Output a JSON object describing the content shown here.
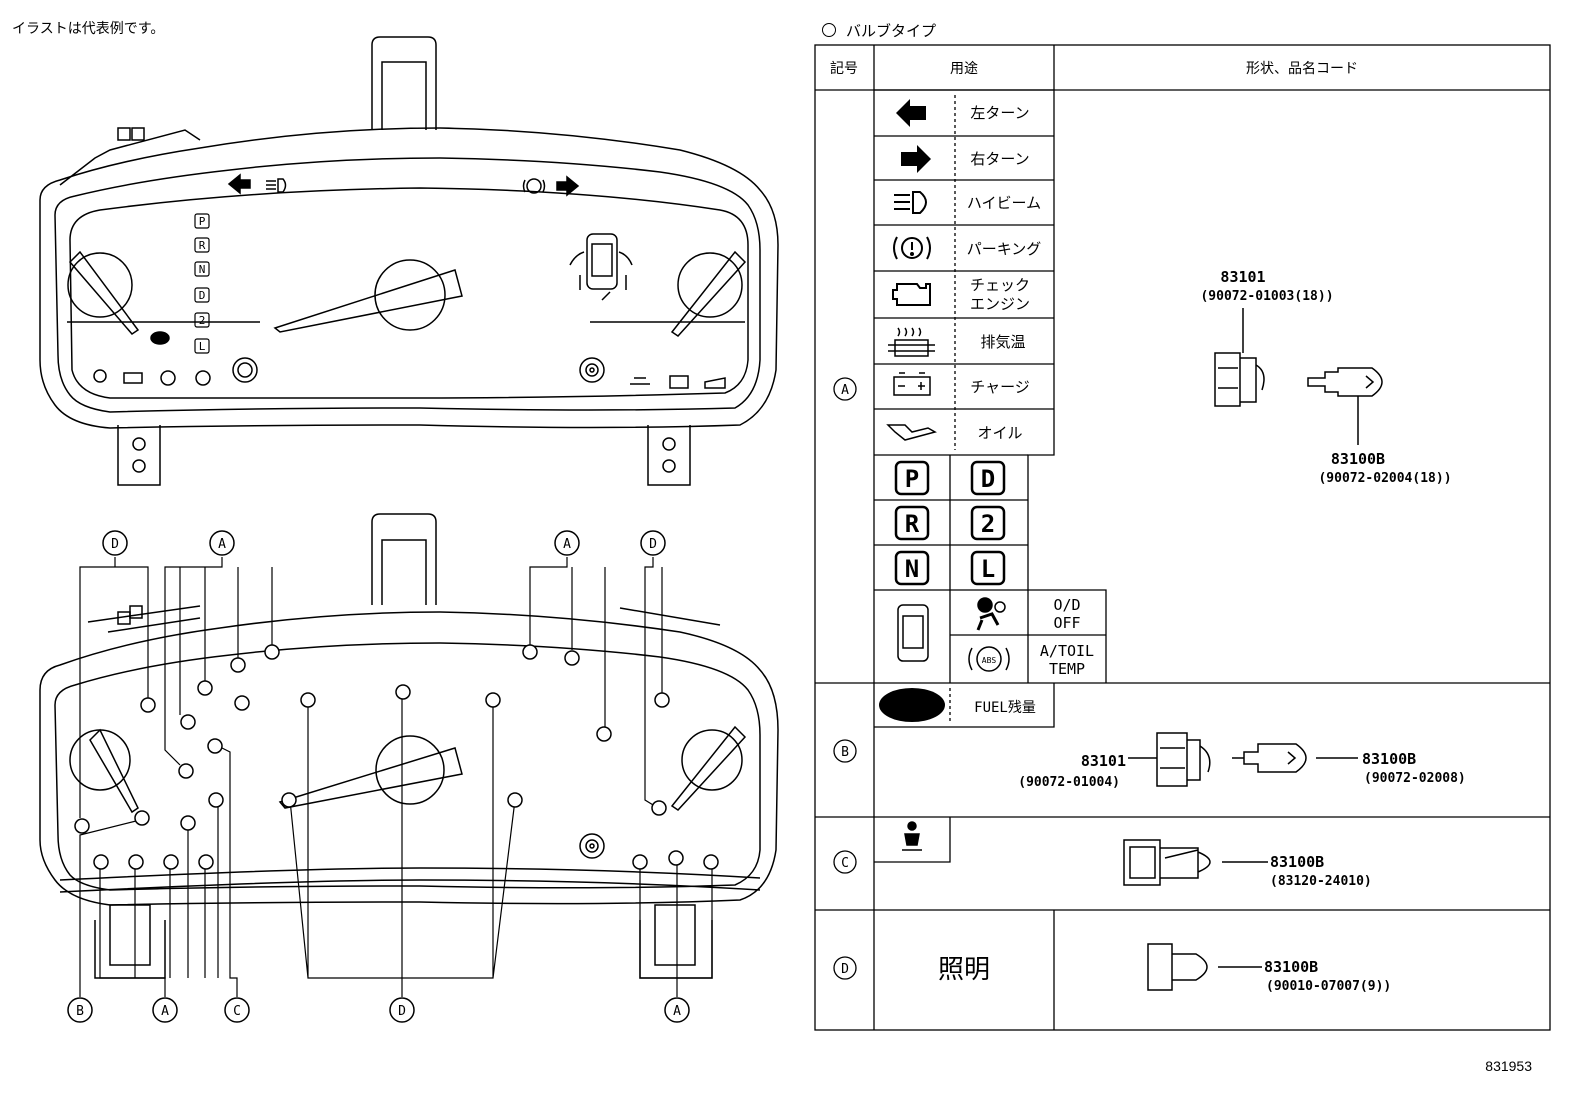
{
  "note": "イラストは代表例です。",
  "bulb_type_title": "バルブタイプ",
  "doc_number": "831953",
  "table": {
    "headers": {
      "symbol": "記号",
      "usage": "用途",
      "shape": "形状、品名コード"
    },
    "rows": {
      "A": {
        "symbol": "A",
        "usages": [
          "左ターン",
          "右ターン",
          "ハイビーム",
          "パーキング",
          "チェック\nエンジン",
          "排気温",
          "チャージ",
          "オイル"
        ],
        "check_engine_l1": "チェック",
        "check_engine_l2": "エンジン",
        "shift_letters": [
          "P",
          "D",
          "R",
          "2",
          "N",
          "L"
        ],
        "od_off_l1": "O/D",
        "od_off_l2": "OFF",
        "at_oil_l1": "A/TOIL",
        "at_oil_l2": "TEMP",
        "abs_label": "ABS",
        "socket_part": "83101",
        "socket_code": "(90072-01003(18))",
        "bulb_part": "83100B",
        "bulb_code": "(90072-02004(18))"
      },
      "B": {
        "symbol": "B",
        "usage": "FUEL残量",
        "socket_part": "83101",
        "socket_code": "(90072-01004)",
        "bulb_part": "83100B",
        "bulb_code": "(90072-02008)"
      },
      "C": {
        "symbol": "C",
        "bulb_part": "83100B",
        "bulb_code": "(83120-24010)"
      },
      "D": {
        "symbol": "D",
        "usage": "照明",
        "bulb_part": "83100B",
        "bulb_code": "(90010-07007(9))"
      }
    }
  },
  "cluster_callouts": {
    "top": [
      "D",
      "A",
      "A",
      "D"
    ],
    "bottom": [
      "B",
      "A",
      "C",
      "D",
      "A"
    ]
  },
  "gear_indicator": [
    "P",
    "R",
    "N",
    "D",
    "2",
    "L"
  ]
}
